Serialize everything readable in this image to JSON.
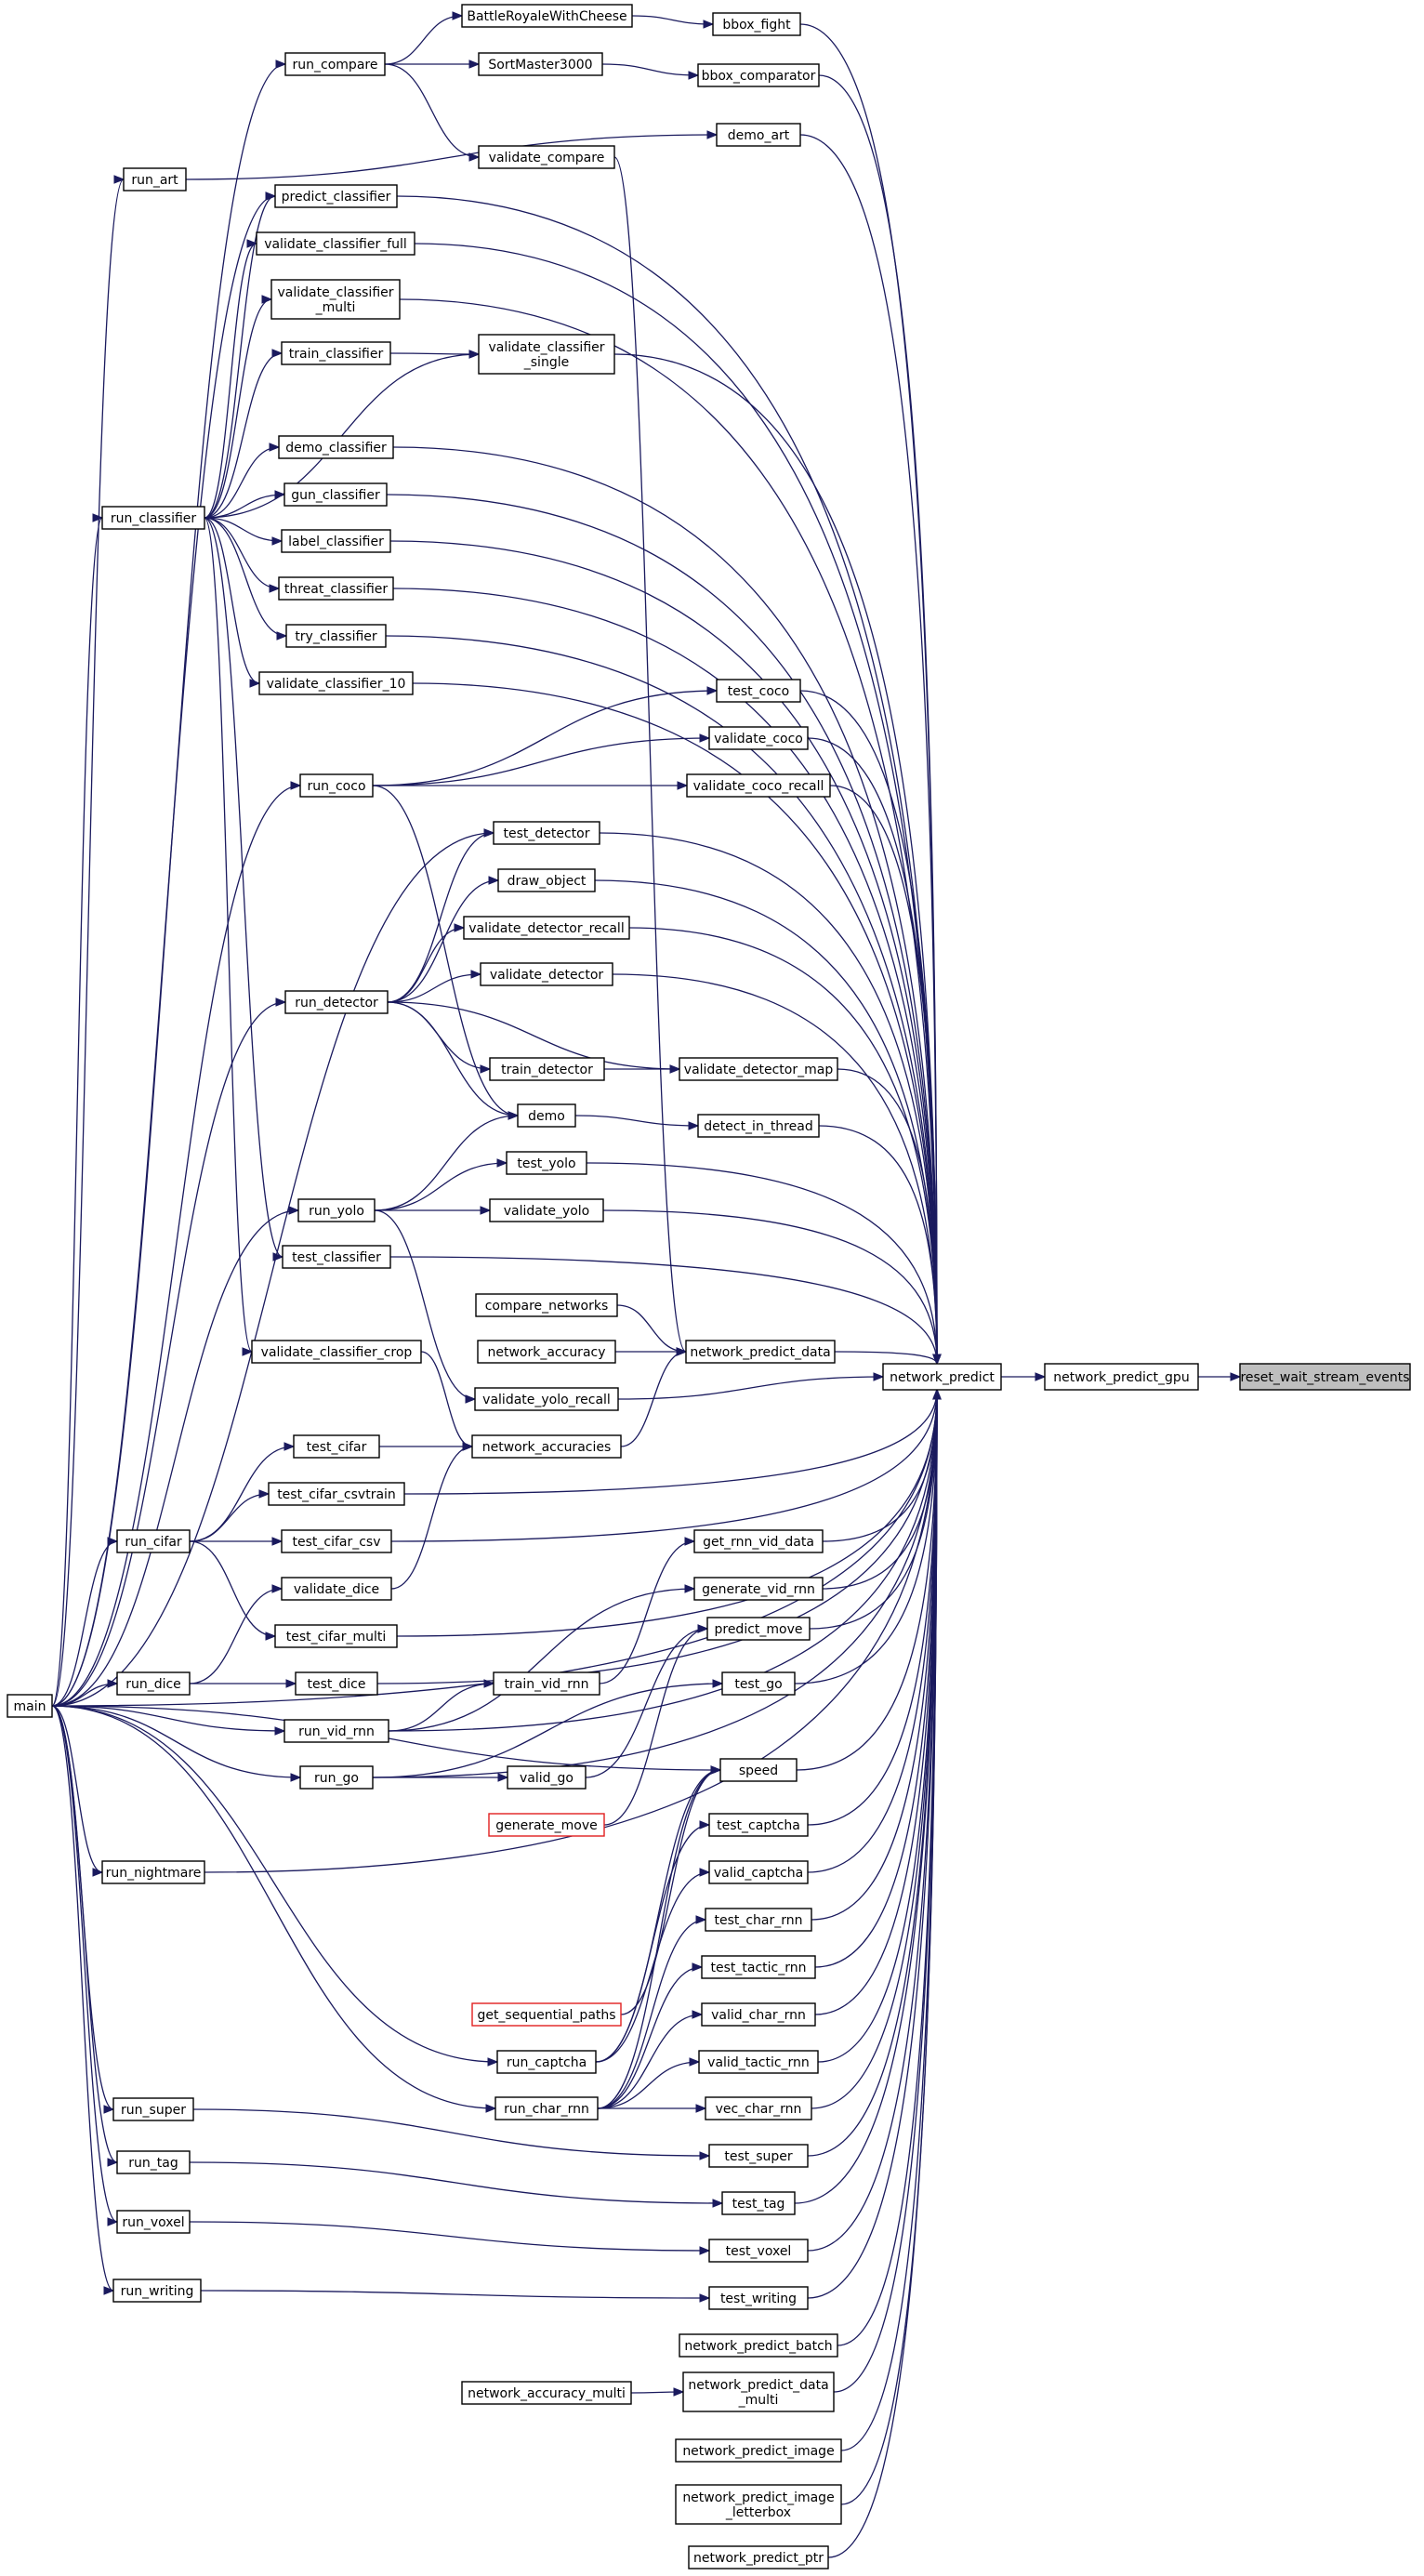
{
  "graph": {
    "type": "call-graph",
    "arrow_color": "#1a1a5e",
    "highlight_fill": "#bfbfbf",
    "missing_border_color": "#e02020",
    "nodes": {
      "reset_wait_stream_events": {
        "label": [
          "reset_wait_stream_events"
        ],
        "style": "highlighted"
      },
      "network_predict_gpu": {
        "label": [
          "network_predict_gpu"
        ]
      },
      "network_predict": {
        "label": [
          "network_predict"
        ]
      },
      "bbox_fight": {
        "label": [
          "bbox_fight"
        ]
      },
      "BattleRoyaleWithCheese": {
        "label": [
          "BattleRoyaleWithCheese"
        ]
      },
      "run_compare": {
        "label": [
          "run_compare"
        ]
      },
      "bbox_comparator": {
        "label": [
          "bbox_comparator"
        ]
      },
      "SortMaster3000": {
        "label": [
          "SortMaster3000"
        ]
      },
      "demo_art": {
        "label": [
          "demo_art"
        ]
      },
      "run_art": {
        "label": [
          "run_art"
        ]
      },
      "validate_compare": {
        "label": [
          "validate_compare"
        ]
      },
      "predict_classifier": {
        "label": [
          "predict_classifier"
        ]
      },
      "validate_classifier_full": {
        "label": [
          "validate_classifier_full"
        ]
      },
      "validate_classifier_multi": {
        "label": [
          "validate_classifier",
          "_multi"
        ]
      },
      "train_classifier": {
        "label": [
          "train_classifier"
        ]
      },
      "validate_classifier_single": {
        "label": [
          "validate_classifier",
          "_single"
        ]
      },
      "demo_classifier": {
        "label": [
          "demo_classifier"
        ]
      },
      "run_classifier": {
        "label": [
          "run_classifier"
        ]
      },
      "gun_classifier": {
        "label": [
          "gun_classifier"
        ]
      },
      "label_classifier": {
        "label": [
          "label_classifier"
        ]
      },
      "threat_classifier": {
        "label": [
          "threat_classifier"
        ]
      },
      "try_classifier": {
        "label": [
          "try_classifier"
        ]
      },
      "validate_classifier_10": {
        "label": [
          "validate_classifier_10"
        ]
      },
      "test_coco": {
        "label": [
          "test_coco"
        ]
      },
      "validate_coco": {
        "label": [
          "validate_coco"
        ]
      },
      "run_coco": {
        "label": [
          "run_coco"
        ]
      },
      "validate_coco_recall": {
        "label": [
          "validate_coco_recall"
        ]
      },
      "test_detector": {
        "label": [
          "test_detector"
        ]
      },
      "draw_object": {
        "label": [
          "draw_object"
        ]
      },
      "validate_detector_recall": {
        "label": [
          "validate_detector_recall"
        ]
      },
      "validate_detector": {
        "label": [
          "validate_detector"
        ]
      },
      "run_detector": {
        "label": [
          "run_detector"
        ]
      },
      "train_detector": {
        "label": [
          "train_detector"
        ]
      },
      "validate_detector_map": {
        "label": [
          "validate_detector_map"
        ]
      },
      "demo": {
        "label": [
          "demo"
        ]
      },
      "detect_in_thread": {
        "label": [
          "detect_in_thread"
        ]
      },
      "test_yolo": {
        "label": [
          "test_yolo"
        ]
      },
      "run_yolo": {
        "label": [
          "run_yolo"
        ]
      },
      "validate_yolo": {
        "label": [
          "validate_yolo"
        ]
      },
      "test_classifier": {
        "label": [
          "test_classifier"
        ]
      },
      "compare_networks": {
        "label": [
          "compare_networks"
        ]
      },
      "network_accuracy": {
        "label": [
          "network_accuracy"
        ]
      },
      "network_predict_data": {
        "label": [
          "network_predict_data"
        ]
      },
      "validate_classifier_crop": {
        "label": [
          "validate_classifier_crop"
        ]
      },
      "validate_yolo_recall": {
        "label": [
          "validate_yolo_recall"
        ]
      },
      "test_cifar": {
        "label": [
          "test_cifar"
        ]
      },
      "network_accuracies": {
        "label": [
          "network_accuracies"
        ]
      },
      "test_cifar_csvtrain": {
        "label": [
          "test_cifar_csvtrain"
        ]
      },
      "run_cifar": {
        "label": [
          "run_cifar"
        ]
      },
      "test_cifar_csv": {
        "label": [
          "test_cifar_csv"
        ]
      },
      "get_rnn_vid_data": {
        "label": [
          "get_rnn_vid_data"
        ]
      },
      "validate_dice": {
        "label": [
          "validate_dice"
        ]
      },
      "generate_vid_rnn": {
        "label": [
          "generate_vid_rnn"
        ]
      },
      "test_cifar_multi": {
        "label": [
          "test_cifar_multi"
        ]
      },
      "predict_move": {
        "label": [
          "predict_move"
        ]
      },
      "run_dice": {
        "label": [
          "run_dice"
        ]
      },
      "test_dice": {
        "label": [
          "test_dice"
        ]
      },
      "train_vid_rnn": {
        "label": [
          "train_vid_rnn"
        ]
      },
      "test_go": {
        "label": [
          "test_go"
        ]
      },
      "main": {
        "label": [
          "main"
        ]
      },
      "run_vid_rnn": {
        "label": [
          "run_vid_rnn"
        ]
      },
      "run_go": {
        "label": [
          "run_go"
        ]
      },
      "valid_go": {
        "label": [
          "valid_go"
        ]
      },
      "speed": {
        "label": [
          "speed"
        ]
      },
      "generate_move": {
        "label": [
          "generate_move"
        ],
        "style": "missing"
      },
      "test_captcha": {
        "label": [
          "test_captcha"
        ]
      },
      "run_nightmare": {
        "label": [
          "run_nightmare"
        ]
      },
      "valid_captcha": {
        "label": [
          "valid_captcha"
        ]
      },
      "test_char_rnn": {
        "label": [
          "test_char_rnn"
        ]
      },
      "test_tactic_rnn": {
        "label": [
          "test_tactic_rnn"
        ]
      },
      "get_sequential_paths": {
        "label": [
          "get_sequential_paths"
        ],
        "style": "missing"
      },
      "valid_char_rnn": {
        "label": [
          "valid_char_rnn"
        ]
      },
      "run_captcha": {
        "label": [
          "run_captcha"
        ]
      },
      "valid_tactic_rnn": {
        "label": [
          "valid_tactic_rnn"
        ]
      },
      "run_char_rnn": {
        "label": [
          "run_char_rnn"
        ]
      },
      "vec_char_rnn": {
        "label": [
          "vec_char_rnn"
        ]
      },
      "run_super": {
        "label": [
          "run_super"
        ]
      },
      "test_super": {
        "label": [
          "test_super"
        ]
      },
      "run_tag": {
        "label": [
          "run_tag"
        ]
      },
      "test_tag": {
        "label": [
          "test_tag"
        ]
      },
      "run_voxel": {
        "label": [
          "run_voxel"
        ]
      },
      "test_voxel": {
        "label": [
          "test_voxel"
        ]
      },
      "run_writing": {
        "label": [
          "run_writing"
        ]
      },
      "test_writing": {
        "label": [
          "test_writing"
        ]
      },
      "network_predict_batch": {
        "label": [
          "network_predict_batch"
        ]
      },
      "network_accuracy_multi": {
        "label": [
          "network_accuracy_multi"
        ]
      },
      "network_predict_data_multi": {
        "label": [
          "network_predict_data",
          "_multi"
        ]
      },
      "network_predict_image": {
        "label": [
          "network_predict_image"
        ]
      },
      "network_predict_image_letterbox": {
        "label": [
          "network_predict_image",
          "_letterbox"
        ]
      },
      "network_predict_ptr": {
        "label": [
          "network_predict_ptr"
        ]
      }
    },
    "edges": [
      [
        "network_predict_gpu",
        "reset_wait_stream_events"
      ],
      [
        "network_predict",
        "network_predict_gpu"
      ],
      [
        "bbox_fight",
        "network_predict"
      ],
      [
        "bbox_comparator",
        "network_predict"
      ],
      [
        "demo_art",
        "network_predict"
      ],
      [
        "predict_classifier",
        "network_predict"
      ],
      [
        "validate_classifier_full",
        "network_predict"
      ],
      [
        "validate_classifier_multi",
        "network_predict"
      ],
      [
        "validate_classifier_single",
        "network_predict"
      ],
      [
        "demo_classifier",
        "network_predict"
      ],
      [
        "gun_classifier",
        "network_predict"
      ],
      [
        "label_classifier",
        "network_predict"
      ],
      [
        "threat_classifier",
        "network_predict"
      ],
      [
        "try_classifier",
        "network_predict"
      ],
      [
        "validate_classifier_10",
        "network_predict"
      ],
      [
        "test_coco",
        "network_predict"
      ],
      [
        "validate_coco",
        "network_predict"
      ],
      [
        "validate_coco_recall",
        "network_predict"
      ],
      [
        "test_detector",
        "network_predict"
      ],
      [
        "draw_object",
        "network_predict"
      ],
      [
        "validate_detector_recall",
        "network_predict"
      ],
      [
        "validate_detector",
        "network_predict"
      ],
      [
        "validate_detector_map",
        "network_predict"
      ],
      [
        "detect_in_thread",
        "network_predict"
      ],
      [
        "test_yolo",
        "network_predict"
      ],
      [
        "validate_yolo",
        "network_predict"
      ],
      [
        "test_classifier",
        "network_predict"
      ],
      [
        "network_predict_data",
        "network_predict"
      ],
      [
        "validate_yolo_recall",
        "network_predict"
      ],
      [
        "test_cifar_csvtrain",
        "network_predict"
      ],
      [
        "test_cifar_csv",
        "network_predict"
      ],
      [
        "get_rnn_vid_data",
        "network_predict"
      ],
      [
        "generate_vid_rnn",
        "network_predict"
      ],
      [
        "test_cifar_multi",
        "network_predict"
      ],
      [
        "predict_move",
        "network_predict"
      ],
      [
        "test_dice",
        "network_predict"
      ],
      [
        "test_go",
        "network_predict"
      ],
      [
        "run_vid_rnn",
        "network_predict"
      ],
      [
        "speed",
        "network_predict"
      ],
      [
        "test_captcha",
        "network_predict"
      ],
      [
        "run_go",
        "network_predict"
      ],
      [
        "valid_captcha",
        "network_predict"
      ],
      [
        "run_nightmare",
        "network_predict"
      ],
      [
        "test_char_rnn",
        "network_predict"
      ],
      [
        "main",
        "network_predict"
      ],
      [
        "test_tactic_rnn",
        "network_predict"
      ],
      [
        "valid_char_rnn",
        "network_predict"
      ],
      [
        "valid_tactic_rnn",
        "network_predict"
      ],
      [
        "vec_char_rnn",
        "network_predict"
      ],
      [
        "test_super",
        "network_predict"
      ],
      [
        "test_tag",
        "network_predict"
      ],
      [
        "test_voxel",
        "network_predict"
      ],
      [
        "test_writing",
        "network_predict"
      ],
      [
        "network_predict_batch",
        "network_predict"
      ],
      [
        "network_predict_data_multi",
        "network_predict"
      ],
      [
        "network_predict_image",
        "network_predict"
      ],
      [
        "network_predict_image_letterbox",
        "network_predict"
      ],
      [
        "network_predict_ptr",
        "network_predict"
      ],
      [
        "BattleRoyaleWithCheese",
        "bbox_fight"
      ],
      [
        "SortMaster3000",
        "bbox_comparator"
      ],
      [
        "run_compare",
        "BattleRoyaleWithCheese"
      ],
      [
        "run_compare",
        "SortMaster3000"
      ],
      [
        "run_compare",
        "validate_compare"
      ],
      [
        "main",
        "run_compare"
      ],
      [
        "run_art",
        "demo_art"
      ],
      [
        "main",
        "run_art"
      ],
      [
        "validate_compare",
        "network_predict_data"
      ],
      [
        "run_classifier",
        "predict_classifier"
      ],
      [
        "run_classifier",
        "validate_classifier_full"
      ],
      [
        "run_classifier",
        "validate_classifier_multi"
      ],
      [
        "run_classifier",
        "train_classifier"
      ],
      [
        "run_classifier",
        "validate_classifier_single"
      ],
      [
        "train_classifier",
        "validate_classifier_single"
      ],
      [
        "run_classifier",
        "demo_classifier"
      ],
      [
        "run_classifier",
        "gun_classifier"
      ],
      [
        "run_classifier",
        "label_classifier"
      ],
      [
        "run_classifier",
        "threat_classifier"
      ],
      [
        "run_classifier",
        "try_classifier"
      ],
      [
        "run_classifier",
        "validate_classifier_10"
      ],
      [
        "run_classifier",
        "test_classifier"
      ],
      [
        "run_classifier",
        "validate_classifier_crop"
      ],
      [
        "main",
        "run_classifier"
      ],
      [
        "main",
        "predict_classifier"
      ],
      [
        "run_coco",
        "test_coco"
      ],
      [
        "run_coco",
        "validate_coco"
      ],
      [
        "run_coco",
        "validate_coco_recall"
      ],
      [
        "run_coco",
        "demo"
      ],
      [
        "main",
        "run_coco"
      ],
      [
        "run_detector",
        "test_detector"
      ],
      [
        "run_detector",
        "draw_object"
      ],
      [
        "run_detector",
        "validate_detector_recall"
      ],
      [
        "run_detector",
        "validate_detector"
      ],
      [
        "run_detector",
        "train_detector"
      ],
      [
        "run_detector",
        "validate_detector_map"
      ],
      [
        "run_detector",
        "demo"
      ],
      [
        "train_detector",
        "validate_detector_map"
      ],
      [
        "main",
        "run_detector"
      ],
      [
        "main",
        "test_detector"
      ],
      [
        "demo",
        "detect_in_thread"
      ],
      [
        "run_yolo",
        "demo"
      ],
      [
        "run_yolo",
        "test_yolo"
      ],
      [
        "run_yolo",
        "validate_yolo"
      ],
      [
        "run_yolo",
        "validate_yolo_recall"
      ],
      [
        "main",
        "run_yolo"
      ],
      [
        "compare_networks",
        "network_predict_data"
      ],
      [
        "network_accuracy",
        "network_predict_data"
      ],
      [
        "network_accuracies",
        "network_predict_data"
      ],
      [
        "validate_classifier_crop",
        "network_accuracies"
      ],
      [
        "test_cifar",
        "network_accuracies"
      ],
      [
        "validate_dice",
        "network_accuracies"
      ],
      [
        "run_cifar",
        "test_cifar"
      ],
      [
        "run_cifar",
        "test_cifar_csvtrain"
      ],
      [
        "run_cifar",
        "test_cifar_csv"
      ],
      [
        "run_cifar",
        "test_cifar_multi"
      ],
      [
        "main",
        "run_cifar"
      ],
      [
        "run_dice",
        "validate_dice"
      ],
      [
        "run_dice",
        "test_dice"
      ],
      [
        "main",
        "run_dice"
      ],
      [
        "train_vid_rnn",
        "get_rnn_vid_data"
      ],
      [
        "run_vid_rnn",
        "train_vid_rnn"
      ],
      [
        "run_vid_rnn",
        "generate_vid_rnn"
      ],
      [
        "main",
        "run_vid_rnn"
      ],
      [
        "valid_go",
        "predict_move"
      ],
      [
        "generate_move",
        "predict_move"
      ],
      [
        "run_go",
        "valid_go"
      ],
      [
        "run_go",
        "test_go"
      ],
      [
        "main",
        "run_go"
      ],
      [
        "get_sequential_paths",
        "speed"
      ],
      [
        "run_captcha",
        "speed"
      ],
      [
        "run_char_rnn",
        "speed"
      ],
      [
        "main",
        "speed"
      ],
      [
        "run_captcha",
        "test_captcha"
      ],
      [
        "run_captcha",
        "valid_captcha"
      ],
      [
        "main",
        "run_captcha"
      ],
      [
        "main",
        "run_nightmare"
      ],
      [
        "run_char_rnn",
        "test_char_rnn"
      ],
      [
        "run_char_rnn",
        "test_tactic_rnn"
      ],
      [
        "run_char_rnn",
        "valid_char_rnn"
      ],
      [
        "run_char_rnn",
        "valid_tactic_rnn"
      ],
      [
        "run_char_rnn",
        "vec_char_rnn"
      ],
      [
        "main",
        "run_char_rnn"
      ],
      [
        "run_super",
        "test_super"
      ],
      [
        "main",
        "run_super"
      ],
      [
        "run_tag",
        "test_tag"
      ],
      [
        "main",
        "run_tag"
      ],
      [
        "run_voxel",
        "test_voxel"
      ],
      [
        "main",
        "run_voxel"
      ],
      [
        "run_writing",
        "test_writing"
      ],
      [
        "main",
        "run_writing"
      ],
      [
        "network_accuracy_multi",
        "network_predict_data_multi"
      ]
    ]
  }
}
